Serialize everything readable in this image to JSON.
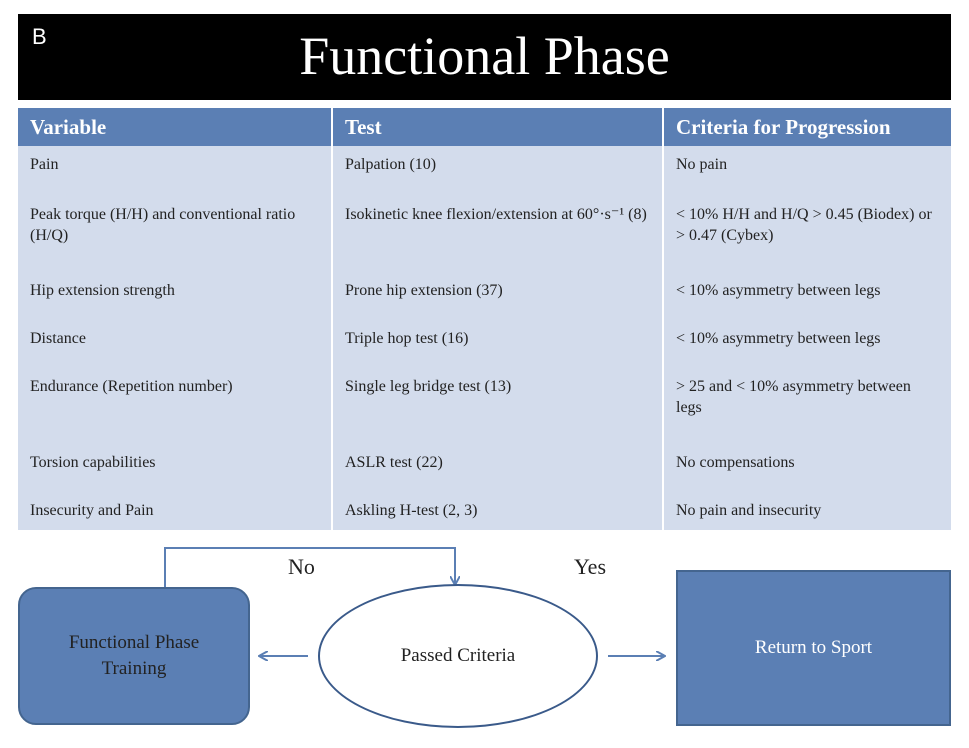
{
  "header": {
    "panel_letter": "B",
    "title": "Functional Phase"
  },
  "table": {
    "columns": [
      "Variable",
      "Test",
      "Criteria for Progression"
    ],
    "rows": [
      {
        "variable": "Pain",
        "test": "Palpation (10)",
        "criteria": "No pain"
      },
      {
        "variable": "Peak torque (H/H) and conventional ratio (H/Q)",
        "test": "Isokinetic knee flexion/extension at 60°·s⁻¹ (8)",
        "criteria": "< 10% H/H and  H/Q  > 0.45 (Biodex) or > 0.47 (Cybex)"
      },
      {
        "variable": "Hip extension strength",
        "test": "Prone hip extension (37)",
        "criteria": "< 10% asymmetry between legs"
      },
      {
        "variable": "Distance",
        "test": "Triple hop test (16)",
        "criteria": "< 10% asymmetry between legs"
      },
      {
        "variable": "Endurance (Repetition number)",
        "test": "Single leg bridge test (13)",
        "criteria": "> 25 and  < 10% asymmetry between legs"
      },
      {
        "variable": "Torsion capabilities",
        "test": "ASLR test (22)",
        "criteria": "No compensations"
      },
      {
        "variable": "Insecurity and Pain",
        "test": "Askling H-test (2, 3)",
        "criteria": "No pain and insecurity"
      }
    ]
  },
  "flow": {
    "training_line1": "Functional Phase",
    "training_line2": "Training",
    "decision": "Passed Criteria",
    "outcome": "Return to Sport",
    "no_label": "No",
    "yes_label": "Yes"
  },
  "colors": {
    "header_blue": "#5b7fb4",
    "row_fill": "#d3dcec",
    "title_bar": "#000000"
  }
}
